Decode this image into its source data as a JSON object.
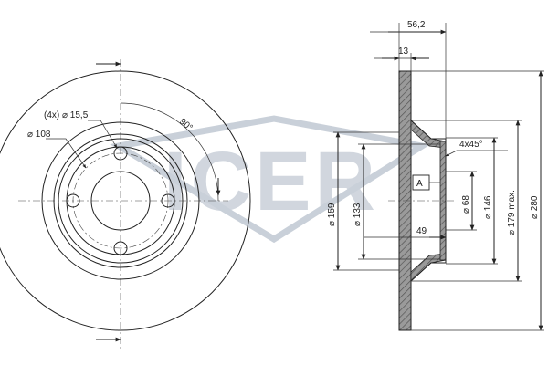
{
  "watermark": {
    "text": "ICER",
    "color": "#c9d0d9"
  },
  "front_view": {
    "bolt_holes_label": "(4x) ⌀ 15,5",
    "pcd_label": "⌀ 108",
    "angle_label": "90°"
  },
  "side_view": {
    "overall_width": "56,2",
    "disc_thickness": "13",
    "chamfer": "4x45°",
    "datum": "A",
    "hat_depth": "49",
    "dia_159": "⌀ 159",
    "dia_133": "⌀ 133",
    "dia_68": "⌀ 68",
    "dia_146": "⌀ 146",
    "dia_179_max": "⌀ 179 max.",
    "dia_280": "⌀ 280"
  },
  "colors": {
    "line": "#222222",
    "section_fill": "#8f8f8f",
    "hatch": "#555555"
  }
}
